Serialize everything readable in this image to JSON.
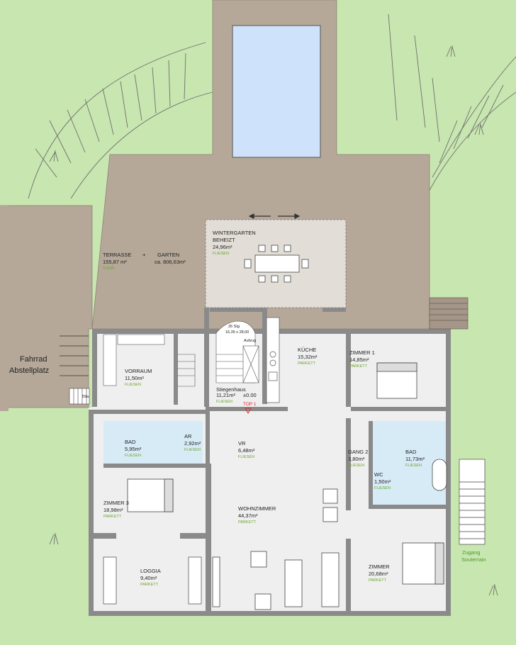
{
  "colors": {
    "lawn": "#c8e6b0",
    "terrace": "#b5a899",
    "pool": "#cfe2fb",
    "floor": "#efefef",
    "wall": "#8a8a8a",
    "flooring_label": "#6aa52c",
    "entrance_marker": "#d23131"
  },
  "outdoor": {
    "terrace": {
      "name": "TERRASSE",
      "area": "155,87 m²",
      "material": "STEIN"
    },
    "plus": "+",
    "garden": {
      "name": "GARTEN",
      "area": "ca. 806,63m²"
    },
    "bike": {
      "line1": "Fahrrad",
      "line2": "Abstellplatz"
    },
    "souterrain": {
      "line1": "Zugang",
      "line2": "Souterrain"
    },
    "door_note": "59a"
  },
  "rooms": [
    {
      "id": "wintergarten",
      "name": "WINTERGARTEN",
      "name2": "BEHEIZT",
      "area": "24,96m²",
      "floor": "FLIESEN"
    },
    {
      "id": "vorraum",
      "name": "VORRAUM",
      "area": "11,50m²",
      "floor": "FLIESEN"
    },
    {
      "id": "stiegenhaus",
      "name": "Stiegenhaus",
      "area": "11,21m²",
      "level": "±0.00",
      "floor": "FLIESEN"
    },
    {
      "id": "kueche",
      "name": "KÜCHE",
      "area": "15,32m²",
      "floor": "PARKETT"
    },
    {
      "id": "zimmer1",
      "name": "ZIMMER 1",
      "area": "14,85m²",
      "floor": "PARKETT"
    },
    {
      "id": "bad-left",
      "name": "BAD",
      "area": "5,95m²",
      "floor": "FLIESEN"
    },
    {
      "id": "ar",
      "name": "AR",
      "area": "2,92m²",
      "floor": "FLIESEN"
    },
    {
      "id": "vr",
      "name": "VR",
      "area": "6,48m²",
      "floor": "FLIESEN"
    },
    {
      "id": "gang2",
      "name": "GANG 2",
      "area": "3,80m²",
      "floor": "FLIESEN"
    },
    {
      "id": "bad-right",
      "name": "BAD",
      "area": "11,73m²",
      "floor": "FLIESEN"
    },
    {
      "id": "wc",
      "name": "WC",
      "area": "1,50m²",
      "floor": "FLIESEN"
    },
    {
      "id": "zimmer3",
      "name": "ZIMMER 3",
      "area": "18,98m²",
      "floor": "PARKETT"
    },
    {
      "id": "wohnzimmer",
      "name": "WOHNZIMMER",
      "area": "44,37m²",
      "floor": "PARKETT"
    },
    {
      "id": "loggia",
      "name": "LOGGIA",
      "area": "9,40m²",
      "floor": "PARKETT"
    },
    {
      "id": "zimmer",
      "name": "ZIMMER",
      "area": "20,68m²",
      "floor": "PARKETT"
    }
  ],
  "stairs": {
    "note1": "26 Stg",
    "note2": "16,35 x 28,00",
    "lift": "Aufzug"
  },
  "entrance": {
    "label": "TOP 1"
  }
}
